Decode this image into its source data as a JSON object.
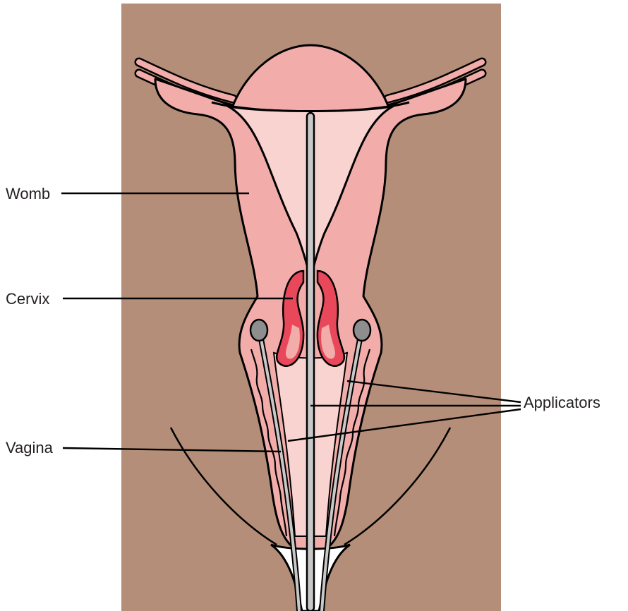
{
  "labels": {
    "womb": "Womb",
    "cervix": "Cervix",
    "vagina": "Vagina",
    "applicators": "Applicators"
  },
  "colors": {
    "background_tissue": "#b48e78",
    "uterus_outer": "#f2adab",
    "uterus_inner": "#f9d3cf",
    "cervix_red": "#e8485a",
    "applicator_grey": "#c8c8c8",
    "applicator_tip": "#8e8e8e",
    "outline": "#000000"
  }
}
